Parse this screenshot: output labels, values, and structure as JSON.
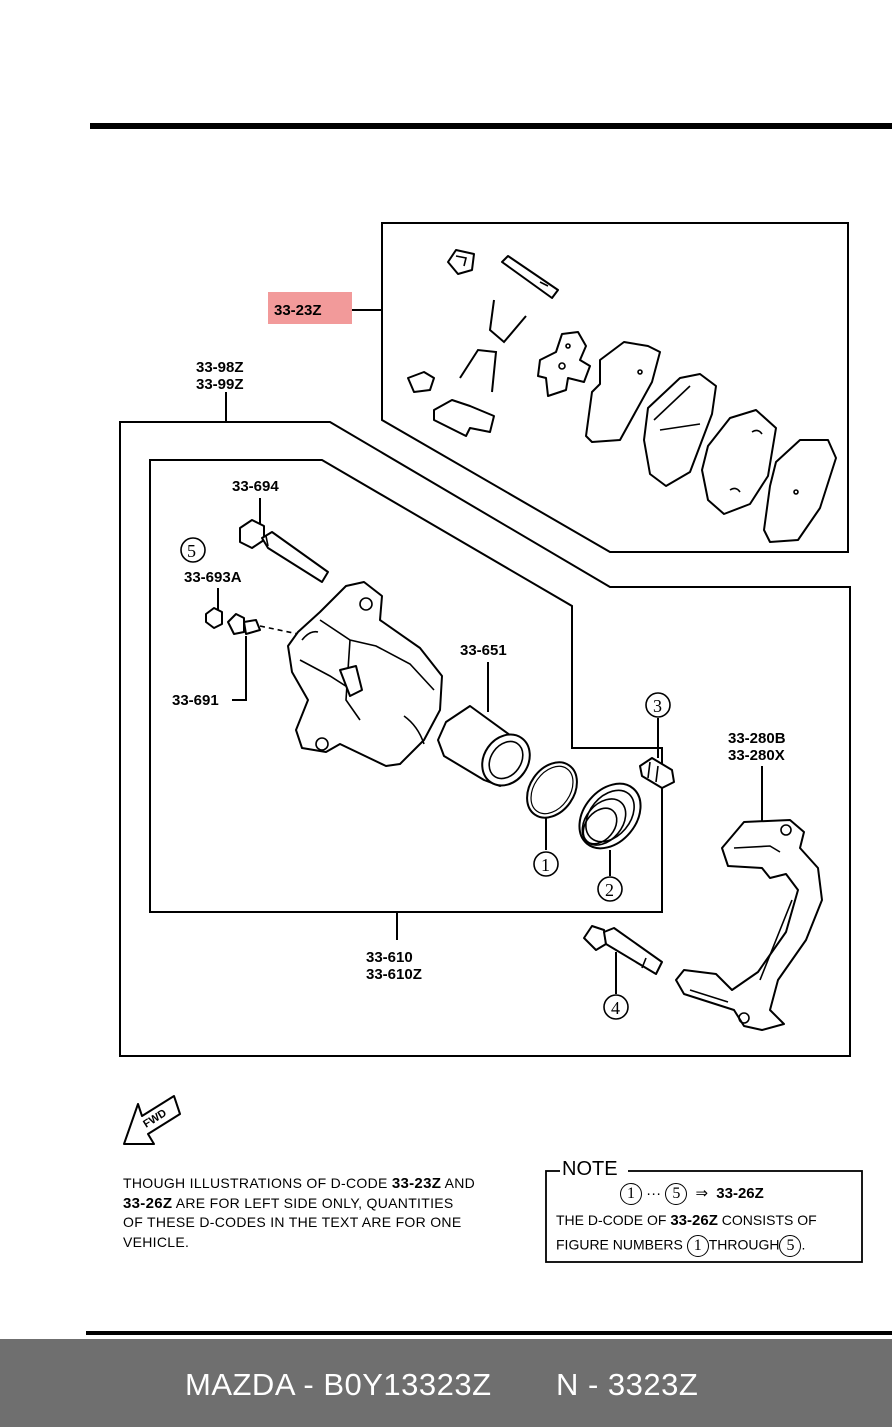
{
  "labels": {
    "kit_pads": "33-23Z",
    "caliper_asm_1": "33-98Z",
    "caliper_asm_2": "33-99Z",
    "bolt": "33-694",
    "cap": "33-693A",
    "bleeder": "33-691",
    "piston": "33-651",
    "bracket_1": "33-280B",
    "bracket_2": "33-280X",
    "caliper_1": "33-610",
    "caliper_2": "33-610Z",
    "fwd": "FWD"
  },
  "circles": {
    "c1": "1",
    "c2": "2",
    "c3": "3",
    "c4": "4",
    "c5": "5"
  },
  "text_block": {
    "l1a": "THOUGH ILLUSTRATIONS OF D-CODE ",
    "l1b": "33-23Z",
    "l1c": " AND",
    "l2a": "33-26Z",
    "l2b": " ARE FOR LEFT SIDE ONLY, QUANTITIES",
    "l3": "OF THESE D-CODES IN THE TEXT ARE FOR ONE",
    "l4": "VEHICLE."
  },
  "note": {
    "title": "NOTE",
    "c_from": "1",
    "dots": "···",
    "c_to": "5",
    "arrow": "⇒",
    "code": "33-26Z",
    "l2a": "THE D-CODE OF ",
    "l2b": "33-26Z",
    "l2c": " CONSISTS OF",
    "l3a": "FIGURE NUMBERS ",
    "l3c1": "1",
    "l3b": "THROUGH",
    "l3c2": "5",
    "l3d": "."
  },
  "footer": {
    "left": "MAZDA - B0Y13323Z",
    "right": "N - 3323Z"
  },
  "colors": {
    "highlight": "#f29a9a",
    "footer_bg": "#6f6f6f",
    "footer_text": "#ffffff"
  }
}
